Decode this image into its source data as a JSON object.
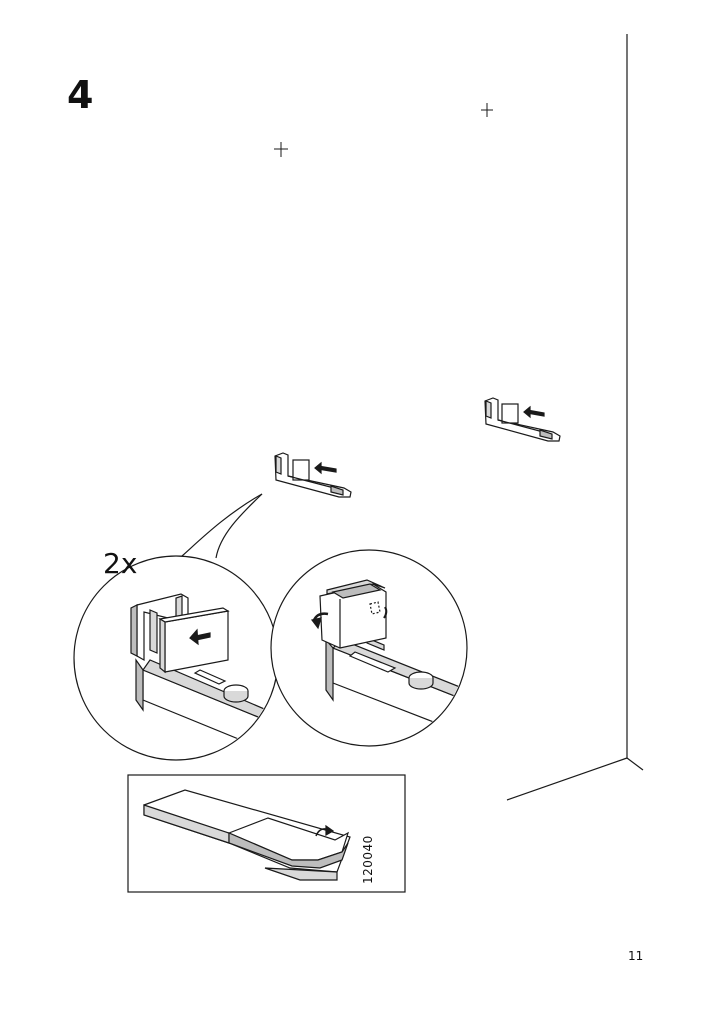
{
  "step": {
    "number": "4"
  },
  "detail": {
    "quantity": "2x"
  },
  "note": {
    "article_number": "120040"
  },
  "footer": {
    "page_number": "11"
  },
  "colors": {
    "line": "#1a1a1a",
    "shade_light": "#d9d9d9",
    "shade_mid": "#bdbdbd",
    "paper": "#ffffff"
  }
}
